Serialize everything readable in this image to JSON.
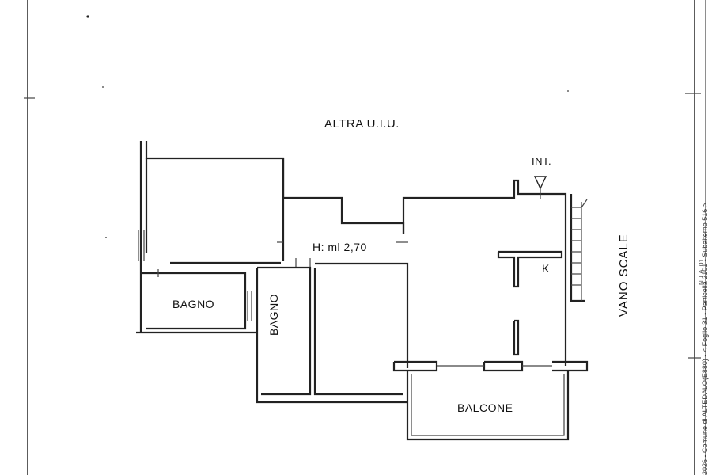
{
  "plan": {
    "adjacent_unit_label": "ALTRA U.I.U.",
    "entrance_label": "INT.",
    "ceiling_height_label": "H: ml 2,70",
    "kitchen_label": "K",
    "stairwell_label": "VANO SCALE",
    "rooms": {
      "bathroom_1": "BAGNO",
      "bathroom_2": "BAGNO",
      "balcony": "BALCONE"
    }
  },
  "margin_text": {
    "side_stamp": "2026 - Comune di ALTEDALO(E880) - < Foglio 31 - Particella 2101 - Subalterno 516 >",
    "sheet_code": "N.T.A. 01"
  }
}
